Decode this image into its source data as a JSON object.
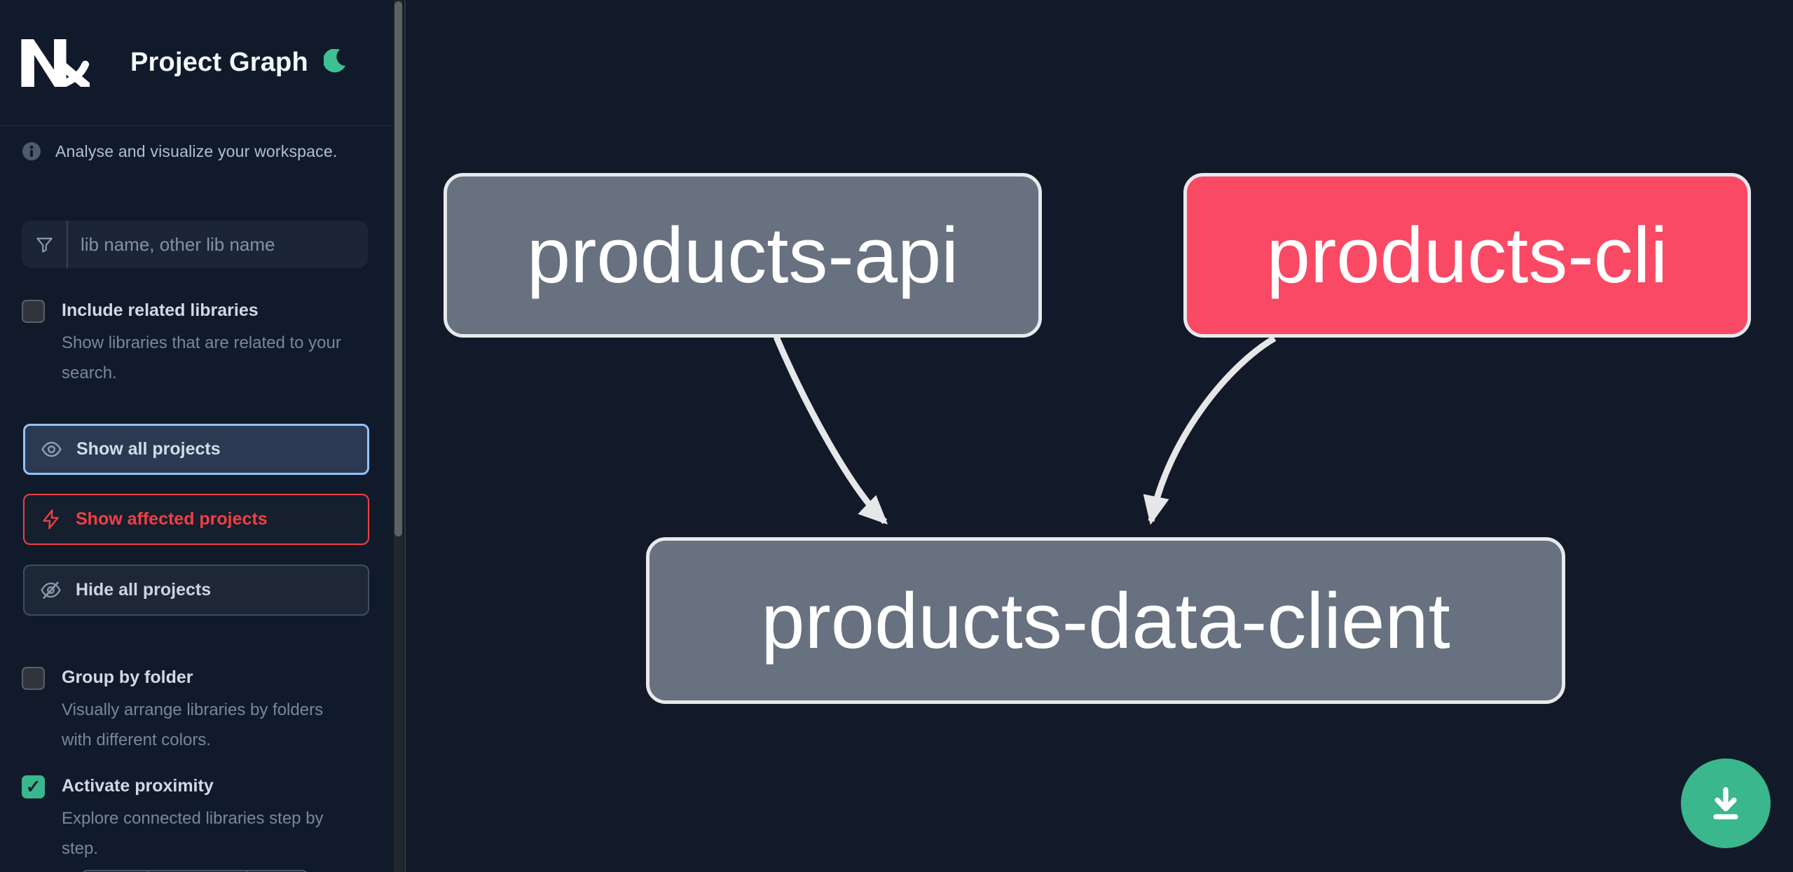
{
  "colors": {
    "accent_green": "#3ab78c",
    "moon_green": "#3cc094",
    "affected_pink": "#fa4964",
    "node_gray": "#68717f",
    "node_border": "#e8e9ec",
    "edge_gray": "#e7e7ea",
    "focus_blue": "#90c3fb",
    "danger_red": "#ee4044"
  },
  "header": {
    "logo": "Nx",
    "title": "Project Graph",
    "theme_toggle_icon": "moon-icon"
  },
  "sidebar": {
    "tagline": "Analyse and visualize your workspace.",
    "search": {
      "icon": "funnel-icon",
      "placeholder": "lib name, other lib name",
      "value": ""
    },
    "include_related": {
      "label": "Include related libraries",
      "description": "Show libraries that are related to your search.",
      "checked": false
    },
    "actions": {
      "show_all": "Show all projects",
      "show_affected": "Show affected projects",
      "hide_all": "Hide all projects"
    },
    "group_by_folder": {
      "label": "Group by folder",
      "description": "Visually arrange libraries by folders with different colors.",
      "checked": false
    },
    "proximity": {
      "label": "Activate proximity",
      "description": "Explore connected libraries step by step.",
      "checked": true
    }
  },
  "graph": {
    "nodes": [
      {
        "id": "products-api",
        "label": "products-api",
        "state": "normal"
      },
      {
        "id": "products-cli",
        "label": "products-cli",
        "state": "affected"
      },
      {
        "id": "products-data-client",
        "label": "products-data-client",
        "state": "normal"
      }
    ],
    "edges": [
      {
        "source": "products-api",
        "target": "products-data-client"
      },
      {
        "source": "products-cli",
        "target": "products-data-client"
      }
    ]
  },
  "download_button": {
    "icon": "download-icon"
  }
}
